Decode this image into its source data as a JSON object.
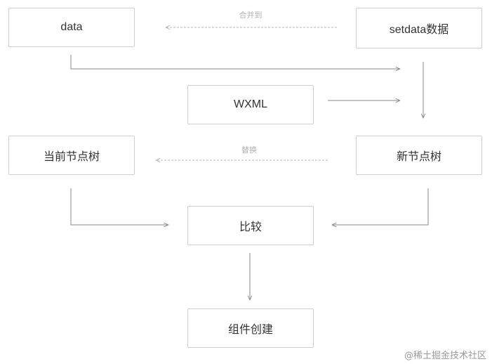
{
  "nodes": {
    "data": "data",
    "setdata": "setdata数据",
    "wxml": "WXML",
    "current_tree": "当前节点树",
    "new_tree": "新节点树",
    "compare": "比较",
    "component_create": "组件创建"
  },
  "edge_labels": {
    "merge": "合并到",
    "replace": "替换"
  },
  "watermark": "@稀土掘金技术社区"
}
